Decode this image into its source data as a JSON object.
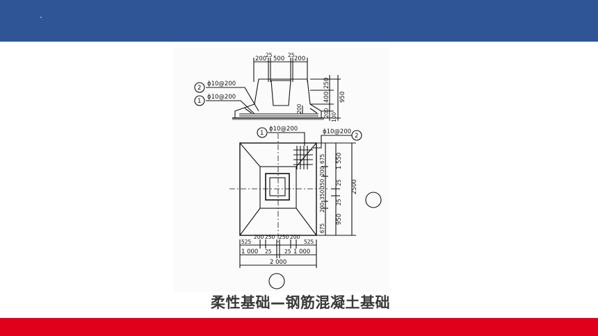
{
  "slide": {
    "caption": "柔性基础—钢筋混凝土基础",
    "colors": {
      "header_bar": "#2f5597",
      "footer_bar": "#e0001b"
    }
  },
  "drawing": {
    "elevation": {
      "top_dims": [
        "200",
        "25",
        "500",
        "25",
        "200"
      ],
      "right_dims": [
        "250",
        "400",
        "950",
        "200",
        "100"
      ],
      "inner_dim": "200",
      "callout_2": {
        "num": "2",
        "label": "ϕ10@200"
      },
      "callout_1": {
        "num": "1",
        "label": "ϕ10@200"
      }
    },
    "plan": {
      "callout_1": {
        "num": "1",
        "label": "ϕ10@200"
      },
      "callout_2": {
        "num": "2",
        "label": "ϕ10@200"
      },
      "right_dims_inner": [
        "200",
        "675",
        "350",
        "350",
        "200",
        "675"
      ],
      "right_dims_mid": [
        "1 550",
        "25",
        "25",
        "950"
      ],
      "right_dim_total": "2500",
      "bottom_row1": [
        "200",
        "250",
        "250",
        "200"
      ],
      "bottom_row1_side": [
        "525",
        "525"
      ],
      "bottom_row2": [
        "1 000",
        "25",
        "25",
        "1 000"
      ],
      "bottom_total": "2 000"
    }
  }
}
